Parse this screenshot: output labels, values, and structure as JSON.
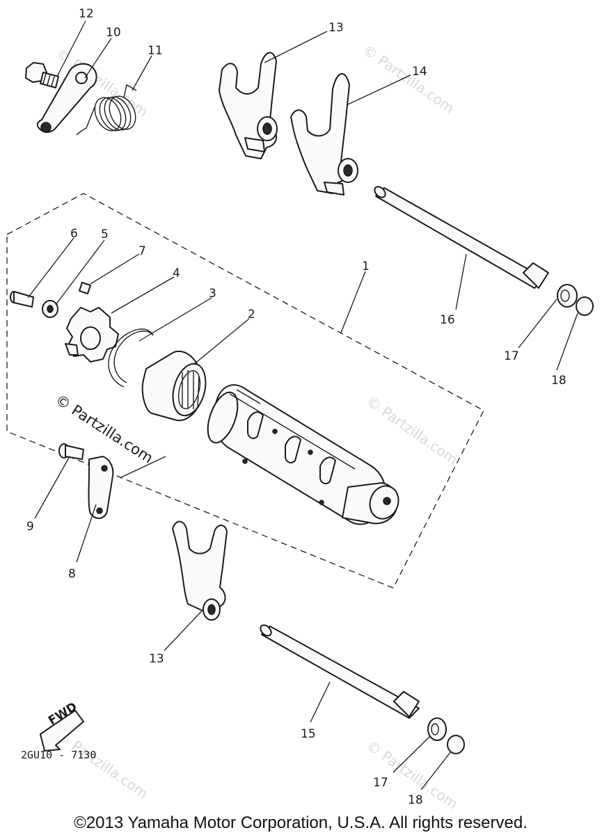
{
  "callouts": {
    "c1": "1",
    "c2": "2",
    "c3": "3",
    "c4": "4",
    "c5": "5",
    "c6": "6",
    "c7": "7",
    "c8": "8",
    "c9": "9",
    "c10": "10",
    "c11": "11",
    "c12": "12",
    "c13a": "13",
    "c13b": "13",
    "c14": "14",
    "c15": "15",
    "c16": "16",
    "c17a": "17",
    "c17b": "17",
    "c18a": "18",
    "c18b": "18"
  },
  "arrow_label": "FWD",
  "diagram_code": "2GU10 - 7130",
  "watermark": "© Partzilla.com",
  "copyright": "©2013  Yamaha Motor Corporation, U.S.A. All rights reserved."
}
